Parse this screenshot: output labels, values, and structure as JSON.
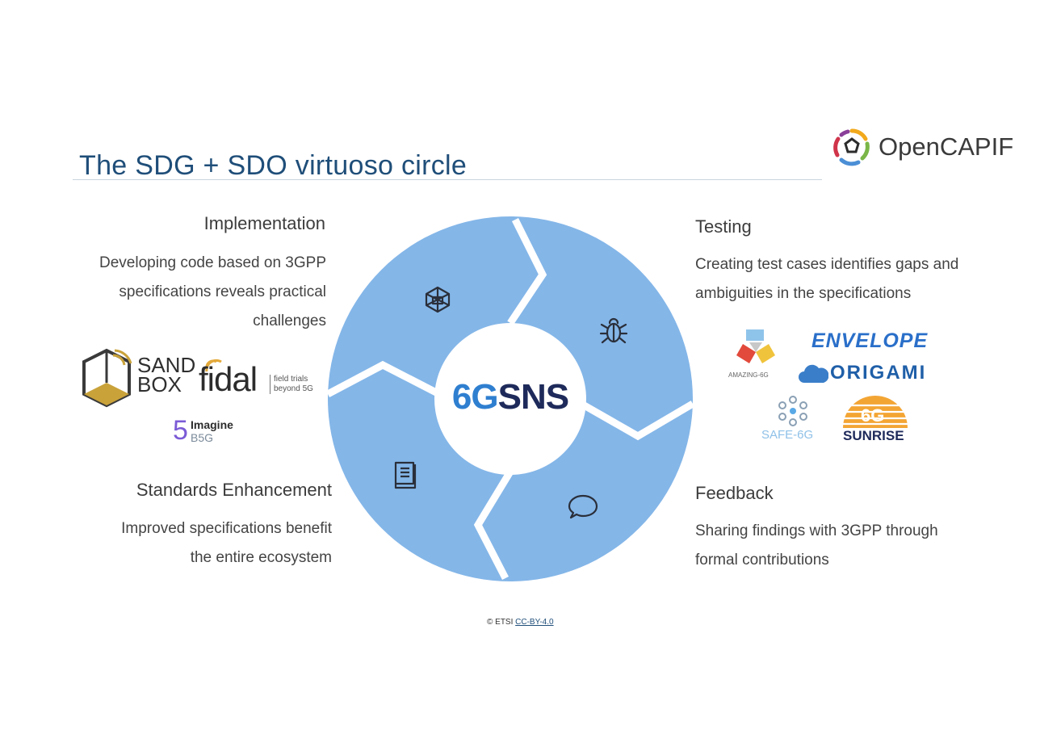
{
  "title": "The SDG + SDO virtuoso circle",
  "brand": {
    "name": "OpenCAPIF",
    "icon": "opencapif-logo-icon"
  },
  "center_logo": "6GSNS",
  "sections": {
    "implementation": {
      "title": "Implementation",
      "lines": [
        "Developing code based on 3GPP",
        "specifications reveals practical",
        "challenges"
      ],
      "icon": "box-icon"
    },
    "testing": {
      "title": "Testing",
      "lines": [
        "Creating test cases identifies gaps and",
        "ambiguities in the specifications"
      ],
      "icon": "bug-icon"
    },
    "standards": {
      "title": "Standards Enhancement",
      "lines": [
        "Improved specifications benefit",
        "the entire ecosystem"
      ],
      "icon": "book-icon"
    },
    "feedback": {
      "title": "Feedback",
      "lines": [
        "Sharing findings with 3GPP through",
        "formal contributions"
      ],
      "icon": "chat-icon"
    }
  },
  "left_logos": {
    "sandbox_1": "SAND",
    "sandbox_2": "BOX",
    "fidal": "fidal",
    "fidal_tag_1": "field trials",
    "fidal_tag_2": "beyond 5G",
    "imagine_1": "Imagine",
    "imagine_2": "B5G"
  },
  "right_logos": {
    "amazing": "AMAZING-6G",
    "envelope": "ENVELOPE",
    "origami": "ORIGAMI",
    "safe": "SAFE-6G",
    "sunrise_top": "6G",
    "sunrise": "SUNRISE"
  },
  "copyright": {
    "prefix": "© ETSI",
    "license": "CC-BY-4.0"
  },
  "colors": {
    "ring": "#7fb2e5",
    "title": "#1f4e79",
    "sns_navy": "#1e2a5a",
    "sns_blue": "#2f7fd0"
  }
}
